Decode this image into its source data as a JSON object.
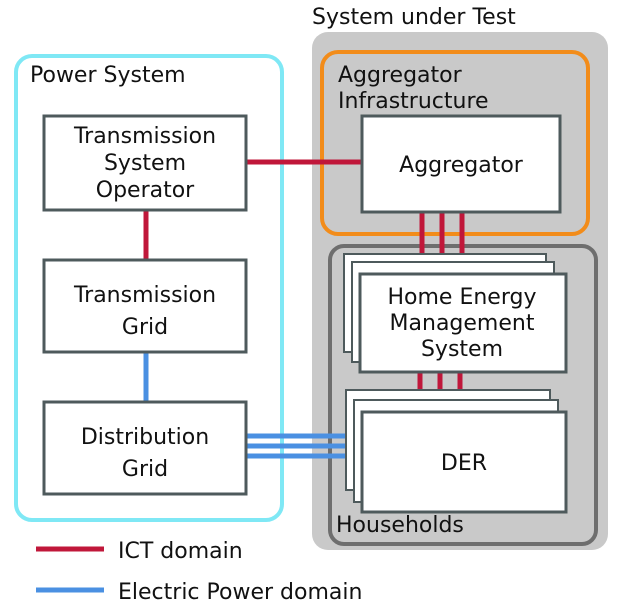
{
  "colors": {
    "ict": "#c0173a",
    "power": "#4a90e2",
    "power_system_border": "#7fe8f5",
    "aggregator_border": "#f28c1a",
    "sut_fill": "#c9c9c9",
    "households_border": "#6e6e6e",
    "box_border": "#4e5a5c"
  },
  "labels": {
    "system_under_test": "System under Test",
    "power_system": "Power System",
    "aggregator_infrastructure_line1": "Aggregator",
    "aggregator_infrastructure_line2": "Infrastructure",
    "households": "Households"
  },
  "boxes": {
    "tso": [
      "Transmission",
      "System",
      "Operator"
    ],
    "transmission_grid": [
      "Transmission",
      "Grid"
    ],
    "distribution_grid": [
      "Distribution",
      "Grid"
    ],
    "aggregator": [
      "Aggregator"
    ],
    "hems": [
      "Home Energy",
      "Management",
      "System"
    ],
    "der": [
      "DER"
    ]
  },
  "legend": [
    {
      "label": "ICT domain",
      "color": "#c0173a"
    },
    {
      "label": "Electric Power domain",
      "color": "#4a90e2"
    }
  ]
}
